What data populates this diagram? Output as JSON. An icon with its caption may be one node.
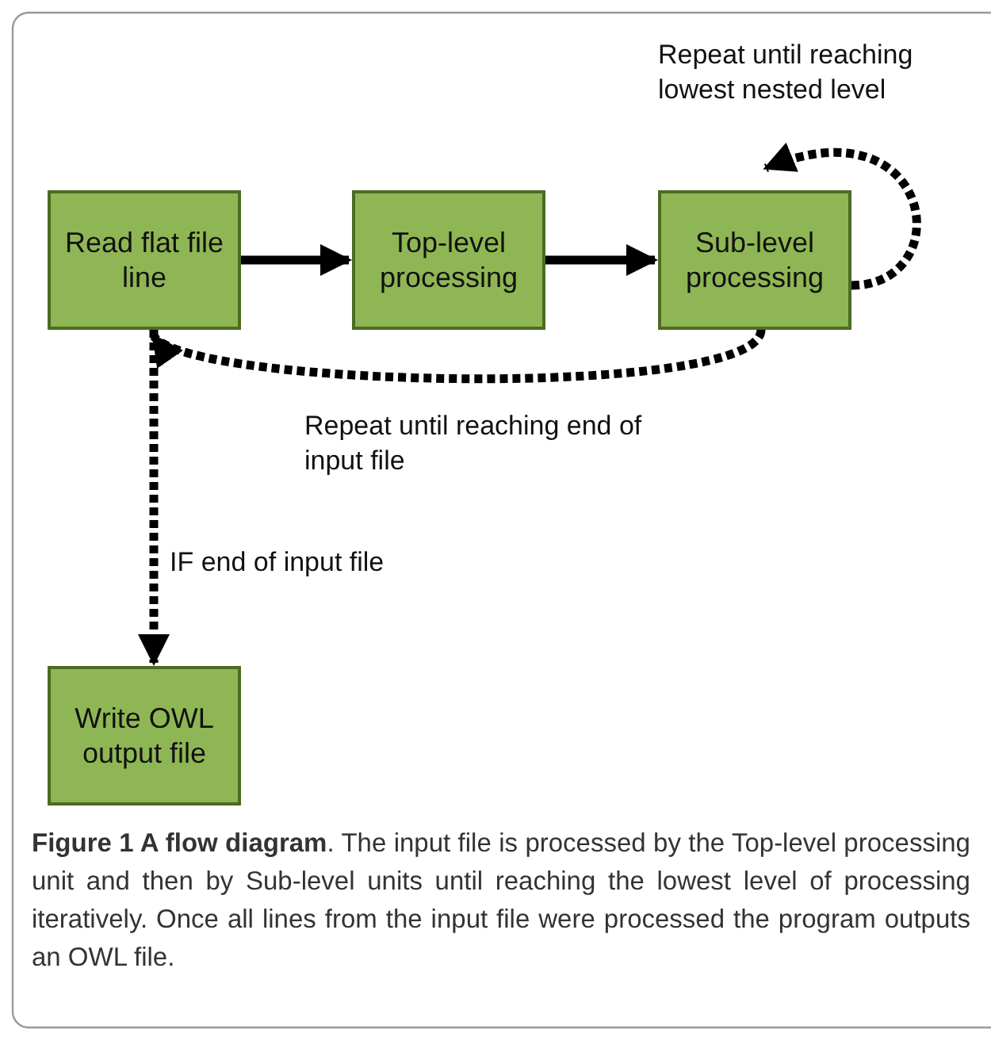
{
  "diagram": {
    "caption": "**Figure 1 A flow diagram**. The input file is processed by the Top-level processing unit and then by Sub-level units until reaching the lowest level of processing iteratively. Once all lines from the input file were processed the program outputs an OWL file.",
    "nodes": [
      {
        "text": [
          "Read flat file line"
        ]
      },
      {
        "text": [
          "Top-level processing"
        ]
      },
      {
        "text": [
          "Sub-level processing"
        ]
      },
      {
        "text": [
          "Write OWL output file"
        ]
      }
    ],
    "edges": [
      {
        "from": 0,
        "to": 1,
        "arrow": "to"
      },
      {
        "from": 1,
        "to": 2,
        "arrow": "to"
      },
      {
        "from": 2,
        "to": 2,
        "arrow": "to",
        "style": "dashed",
        "label": "Repeat until reaching lowest nested level"
      },
      {
        "from": 2,
        "to": 0,
        "arrow": "to",
        "style": "dashed",
        "label": "Repeat until reaching end of input file"
      },
      {
        "from": 0,
        "to": 3,
        "arrow": "to",
        "style": "dashed",
        "label": "IF end of input file"
      }
    ]
  }
}
